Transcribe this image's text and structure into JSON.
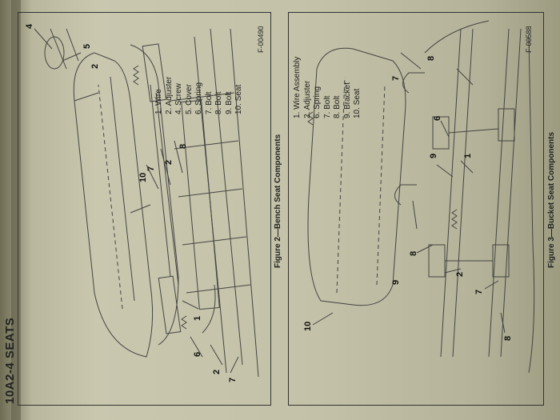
{
  "header": {
    "section": "10A2-4",
    "title": "SEATS"
  },
  "figure2": {
    "caption": "Figure 2—Bench Seat Components",
    "code": "F-00490",
    "legend": [
      "1. Wire",
      "2. Adjuster",
      "4. Screw",
      "5. Cover",
      "6. Spring",
      "7. Bolt",
      "8. Bolt",
      "9. Bolt",
      "10. Seat"
    ],
    "callouts": [
      "4",
      "5",
      "2",
      "8",
      "7",
      "2",
      "10",
      "1",
      "6",
      "2",
      "7"
    ]
  },
  "figure3": {
    "caption": "Figure 3—Bucket Seat Components",
    "code": "F-00588",
    "legend": [
      "1. Wire Assembly",
      "2. Adjuster",
      "6. Spring",
      "7. Bolt",
      "8. Bolt",
      "9. Bracket",
      "10. Seat"
    ],
    "callouts": [
      "7",
      "8",
      "6",
      "9",
      "1",
      "10",
      "9",
      "8",
      "2",
      "7",
      "8"
    ]
  }
}
